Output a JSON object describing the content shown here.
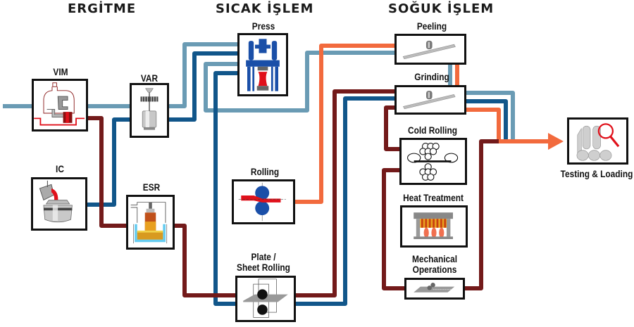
{
  "sections": [
    {
      "id": "melting",
      "title": "ERGİTME"
    },
    {
      "id": "hot",
      "title": "SICAK İŞLEM"
    },
    {
      "id": "cold",
      "title": "SOĞUK İŞLEM"
    }
  ],
  "nodes": {
    "vim": {
      "label": "VIM",
      "icon": "vacuum-induction-furnace-icon"
    },
    "var": {
      "label": "VAR",
      "icon": "vacuum-arc-remelting-icon"
    },
    "ic": {
      "label": "IC",
      "icon": "ingot-casting-ladle-icon"
    },
    "esr": {
      "label": "ESR",
      "icon": "electroslag-remelting-icon"
    },
    "press": {
      "label": "Press",
      "icon": "forging-press-icon"
    },
    "rolling": {
      "label": "Rolling",
      "icon": "rolling-mill-icon"
    },
    "plate": {
      "label_line1": "Plate /",
      "label_line2": "Sheet Rolling",
      "icon": "plate-rolling-icon"
    },
    "peeling": {
      "label": "Peeling",
      "icon": "peeling-bar-icon"
    },
    "grinding": {
      "label": "Grinding",
      "icon": "grinding-bar-icon"
    },
    "cold_rolling": {
      "label": "Cold Rolling",
      "icon": "cold-rolling-coils-icon"
    },
    "heat": {
      "label": "Heat Treatment",
      "icon": "heat-treatment-furnace-icon"
    },
    "mech": {
      "label_line1": "Mechanical",
      "label_line2": "Operations",
      "icon": "mechanical-operations-icon"
    },
    "testing": {
      "label": "Testing & Loading",
      "icon": "magnifier-bars-icon"
    }
  },
  "colors": {
    "light_blue": "#6a9bb4",
    "dark_blue": "#11568a",
    "dark_red": "#731a1a",
    "orange": "#f26a3d",
    "box_border": "#111111"
  }
}
